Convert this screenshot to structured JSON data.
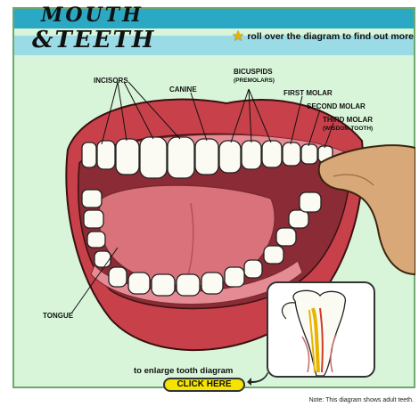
{
  "title": {
    "line1": "MOUTH",
    "line2": "&TEETH"
  },
  "hint": "roll over the diagram to find out more",
  "labels": {
    "incisors": "INCISORS",
    "canine": "CANINE",
    "bicuspids": "BICUSPIDS",
    "premolars": "(PREMOLARS)",
    "first_molar": "FIRST MOLAR",
    "second_molar": "SECOND MOLAR",
    "third_molar": "THIRD MOLAR",
    "wisdom_tooth": "(WISDOM TOOTH)",
    "tongue": "TONGUE"
  },
  "enlarge_text": "to enlarge tooth diagram",
  "click_button": "CLICK HERE",
  "note": "Note: This diagram shows adult teeth.",
  "colors": {
    "background": "#d9f5d9",
    "top_bar": "#2aa8c4",
    "hint_bar": "#9adbe6",
    "lips": "#c8414a",
    "mouth_inside": "#8a2b35",
    "tongue": "#d9727a",
    "gums": "#e58b93",
    "button": "#f5e400"
  },
  "icons": {
    "hint": "star-icon",
    "button_arrow": "arrow-left-icon"
  }
}
